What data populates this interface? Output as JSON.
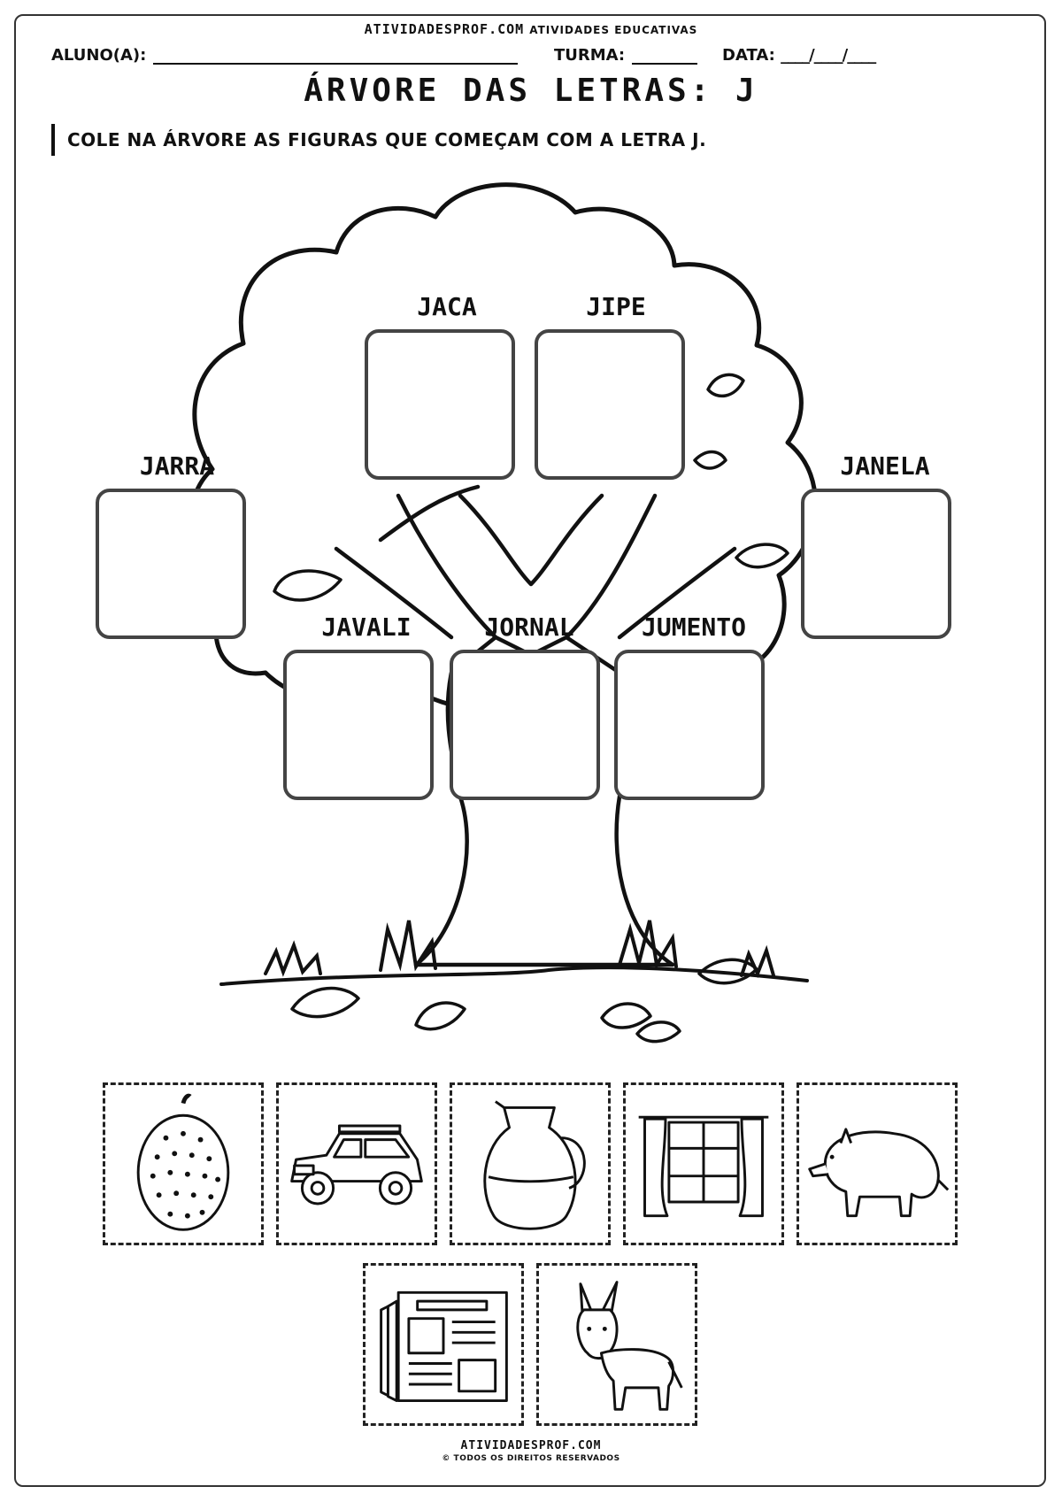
{
  "header": {
    "site": "ATIVIDADESPROF.COM",
    "site_sub": "ATIVIDADES EDUCATIVAS",
    "student_label": "ALUNO(A):",
    "class_label": "TURMA:",
    "date_label": "DATA:",
    "date_blanks": "____/____/____"
  },
  "title": "ÁRVORE DAS LETRAS: J",
  "instruction": "COLE NA ÁRVORE AS FIGURAS QUE COMEÇAM COM A LETRA J.",
  "slots": [
    {
      "label": "JACA"
    },
    {
      "label": "JIPE"
    },
    {
      "label": "JARRA"
    },
    {
      "label": "JANELA"
    },
    {
      "label": "JAVALI"
    },
    {
      "label": "JORNAL"
    },
    {
      "label": "JUMENTO"
    }
  ],
  "cards": [
    {
      "icon": "jackfruit-icon"
    },
    {
      "icon": "jeep-icon"
    },
    {
      "icon": "jar-icon"
    },
    {
      "icon": "window-icon"
    },
    {
      "icon": "boar-icon"
    },
    {
      "icon": "newspaper-icon"
    },
    {
      "icon": "donkey-icon"
    }
  ],
  "footer": {
    "site": "ATIVIDADESPROF.COM",
    "rights": "© TODOS OS DIREITOS RESERVADOS"
  }
}
